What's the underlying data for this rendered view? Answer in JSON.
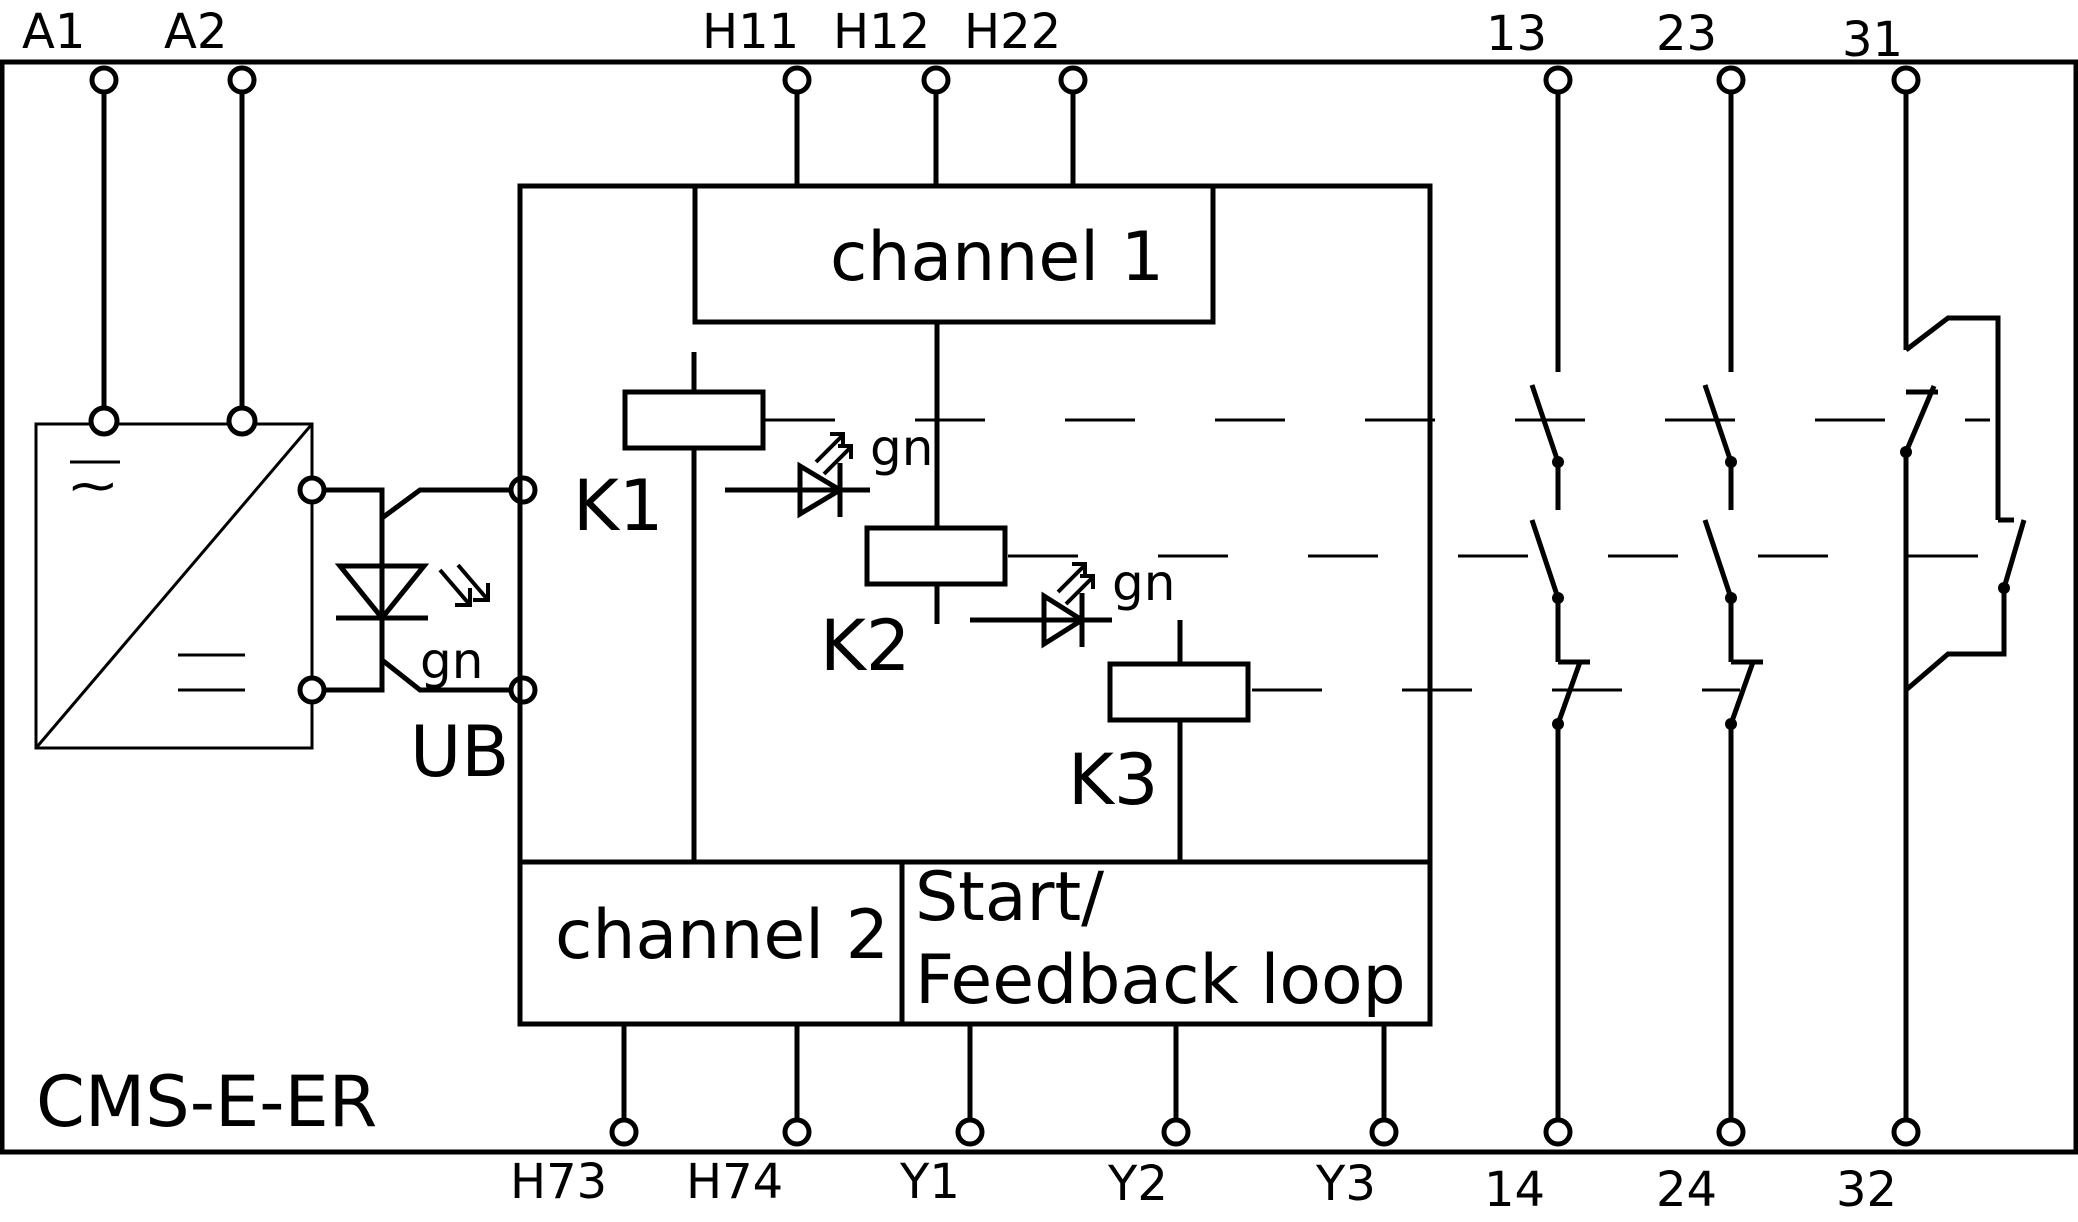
{
  "device_label": "CMS-E-ER",
  "terminals_top": {
    "a1": "A1",
    "a2": "A2",
    "h11": "H11",
    "h12": "H12",
    "h22": "H22",
    "t13": "13",
    "t23": "23",
    "t31": "31"
  },
  "terminals_bottom": {
    "h73": "H73",
    "h74": "H74",
    "y1": "Y1",
    "y2": "Y2",
    "y3": "Y3",
    "t14": "14",
    "t24": "24",
    "t32": "32"
  },
  "blocks": {
    "channel1": "channel 1",
    "channel2": "channel 2",
    "start_line1": "Start/",
    "start_line2": "Feedback loop"
  },
  "relays": {
    "k1": "K1",
    "k2": "K2",
    "k3": "K3"
  },
  "power": {
    "ac_symbol": "~",
    "ub": "UB",
    "led_color": "gn"
  },
  "leds": {
    "k1_color": "gn",
    "k2_color": "gn"
  }
}
